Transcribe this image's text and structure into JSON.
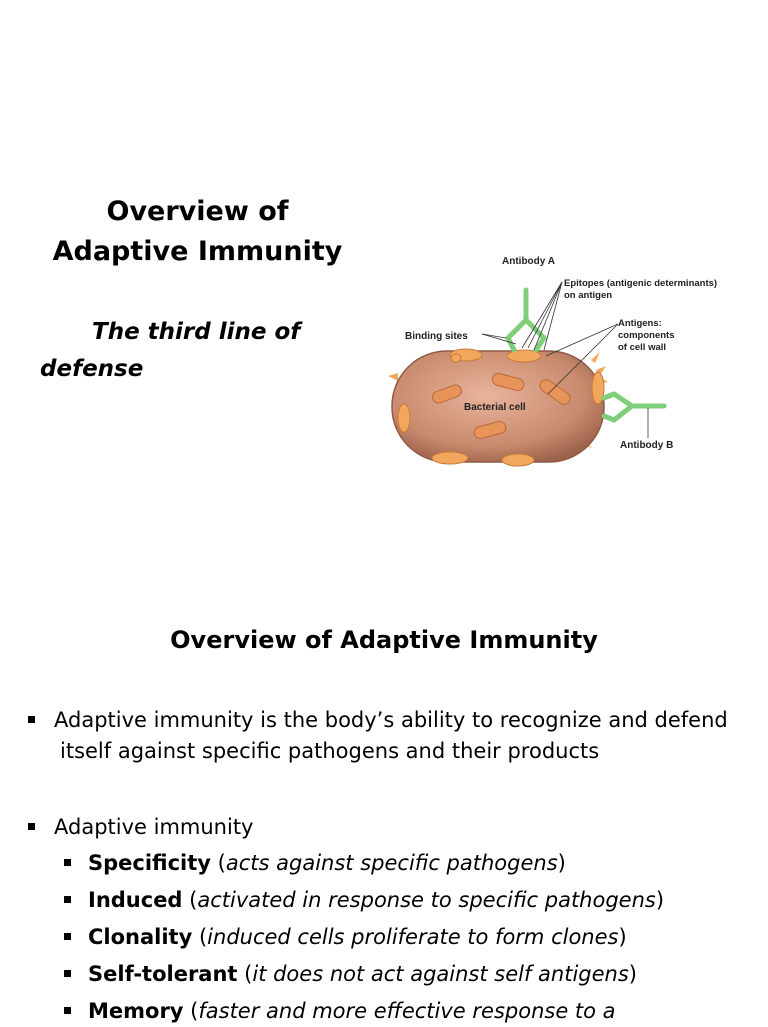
{
  "slide1": {
    "title_line1": "Overview of",
    "title_line2": "Adaptive Immunity",
    "subtitle_line1": "The third line of",
    "subtitle_line2": "defense",
    "figure": {
      "labels": {
        "antibody_a": "Antibody A",
        "epitopes_line1": "Epitopes (antigenic determinants)",
        "epitopes_line2": "on antigen",
        "binding_sites": "Binding sites",
        "antigens_line1": "Antigens:",
        "antigens_line2": "components",
        "antigens_line3": "of cell wall",
        "bacterial_cell": "Bacterial cell",
        "antibody_b": "Antibody B"
      },
      "colors": {
        "cell": "#c98a6e",
        "cell_edge": "#8f5a45",
        "antigen": "#f2a85c",
        "antibody": "#7fcf7a"
      }
    }
  },
  "slide2": {
    "title": "Overview of Adaptive Immunity",
    "bullet1_line1": "Adaptive immunity is the body’s ability to recognize and defend",
    "bullet1_line2": "itself against specific pathogens and their products",
    "bullet2": "Adaptive immunity",
    "sub_items": [
      {
        "term": "Specificity",
        "open": " (",
        "desc": "acts against specific pathogens",
        "close": ")"
      },
      {
        "term": "Induced",
        "open": " (",
        "desc": "activated in response to specific pathogens",
        "close": ")"
      },
      {
        "term": "Clonality",
        "open": " (",
        "desc": "induced cells proliferate to form clones",
        "close": ")"
      },
      {
        "term": "Self-tolerant",
        "open": " (",
        "desc": "it does not act against self antigens",
        "close": ")"
      },
      {
        "term": "Memory",
        "open": " (",
        "desc": "faster and more effective response to a",
        "close": ""
      }
    ]
  }
}
